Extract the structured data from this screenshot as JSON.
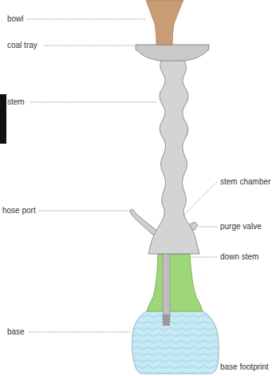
{
  "diagram": {
    "labels": [
      "bowl",
      "coal tray",
      "stem",
      "hose port",
      "base",
      "stem chamber",
      "purge valve",
      "down stem",
      "base footprint"
    ]
  }
}
